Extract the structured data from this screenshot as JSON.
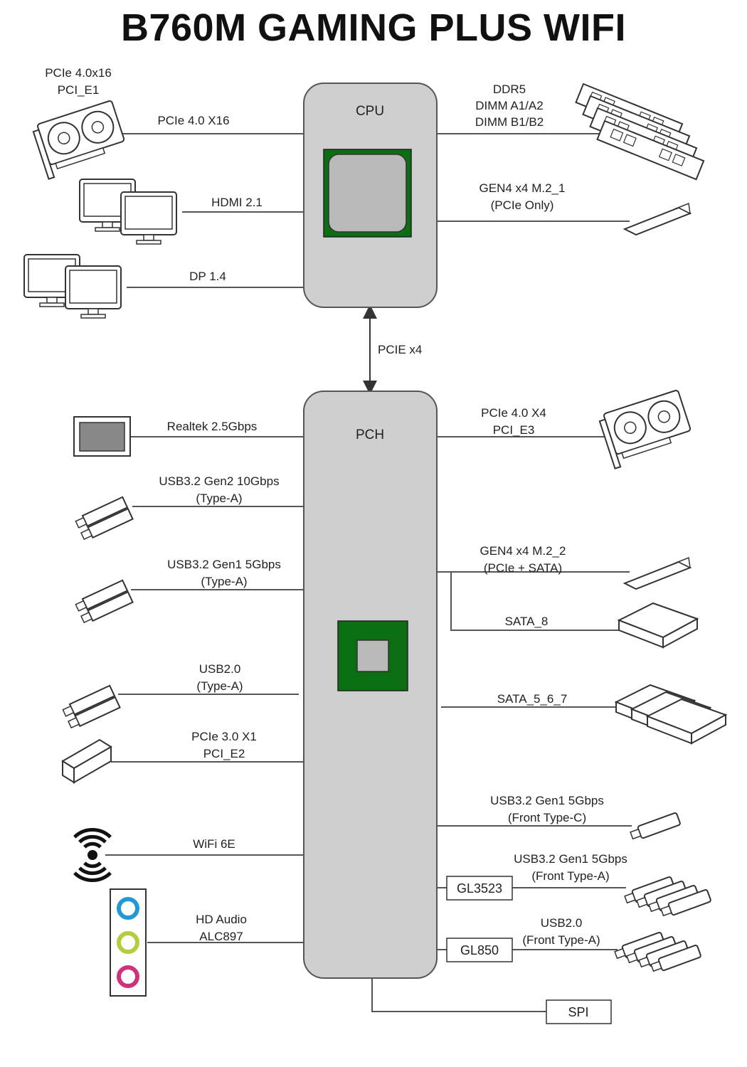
{
  "title": "B760M GAMING PLUS WIFI",
  "colors": {
    "chip_body": "#cfcfcf",
    "chip_border": "#555555",
    "die_green": "#0b6e12",
    "die_core": "#b9b9b9",
    "line": "#555555"
  },
  "cpu": {
    "label": "CPU"
  },
  "pch": {
    "label": "PCH"
  },
  "link": {
    "label": "PCIE x4"
  },
  "cpu_left": [
    {
      "lines": [
        "PCIe 4.0x16",
        "PCI_E1"
      ],
      "link_label": "PCIe 4.0 X16",
      "icon": "graphics-card-icon"
    },
    {
      "link_label": "HDMI 2.1",
      "icon": "dual-monitor-icon"
    },
    {
      "link_label": "DP 1.4",
      "icon": "dual-monitor-icon"
    }
  ],
  "cpu_right": [
    {
      "lines": [
        "DDR5",
        "DIMM A1/A2",
        "DIMM B1/B2"
      ],
      "icon": "memory-modules-icon"
    },
    {
      "lines": [
        "GEN4 x4 M.2_1",
        "(PCIe Only)"
      ],
      "icon": "m2-ssd-icon"
    }
  ],
  "pch_left": [
    {
      "lines": [
        "Realtek 2.5Gbps"
      ],
      "icon": "ethernet-port-icon"
    },
    {
      "lines": [
        "USB3.2 Gen2 10Gbps",
        "(Type-A)"
      ],
      "icon": "usb-ports-icon"
    },
    {
      "lines": [
        "USB3.2 Gen1 5Gbps",
        "(Type-A)"
      ],
      "icon": "usb-ports-icon"
    },
    {
      "lines": [
        "USB2.0",
        "(Type-A)"
      ],
      "icon": "usb-ports-icon"
    },
    {
      "lines": [
        "PCIe 3.0 X1",
        "PCI_E2"
      ],
      "icon": "pcie-x1-slot-icon"
    },
    {
      "lines": [
        "WiFi 6E"
      ],
      "icon": "wifi-icon"
    },
    {
      "lines": [
        "HD Audio",
        "ALC897"
      ],
      "icon": "audio-jacks-icon"
    }
  ],
  "pch_right": [
    {
      "lines": [
        "PCIe 4.0 X4",
        "PCI_E3"
      ],
      "icon": "graphics-card-icon"
    },
    {
      "lines": [
        "GEN4 x4 M.2_2",
        "(PCIe + SATA)"
      ],
      "icon": "m2-ssd-icon"
    },
    {
      "lines": [
        "SATA_8"
      ],
      "icon": "hard-drive-icon"
    },
    {
      "lines": [
        "SATA_5_6_7"
      ],
      "icon": "hard-drives-icon"
    },
    {
      "lines": [
        "USB3.2 Gen1 5Gbps",
        "(Front Type-C)"
      ],
      "icon": "usb-stick-icon"
    },
    {
      "lines": [
        "USB3.2 Gen1 5Gbps",
        "(Front Type-A)"
      ],
      "hub": "GL3523",
      "icon": "usb-sticks-icon"
    },
    {
      "lines": [
        "USB2.0",
        "(Front Type-A)"
      ],
      "hub": "GL850",
      "icon": "usb-sticks-icon"
    }
  ],
  "spi": {
    "label": "SPI"
  }
}
